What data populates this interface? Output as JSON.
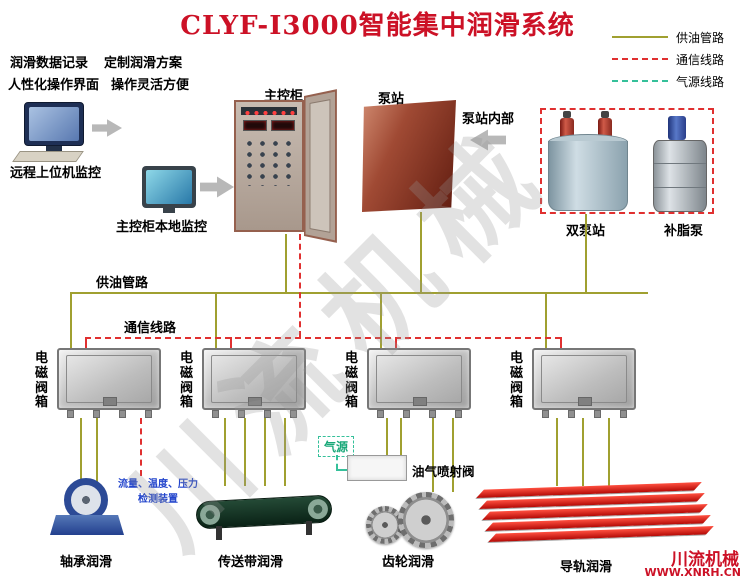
{
  "title": "CLYF-I3000智能集中润滑系统",
  "legend": {
    "oil": "供油管路",
    "comm": "通信线路",
    "air": "气源线路"
  },
  "colors": {
    "oil_line": "#a0a030",
    "comm_line": "#e03030",
    "air_line": "#35c09a",
    "title_red": "#cc1126"
  },
  "features": {
    "f1": "润滑数据记录",
    "f2": "定制润滑方案",
    "f3": "人性化操作界面",
    "f4": "操作灵活方便"
  },
  "nodes": {
    "remote_monitor": "远程上位机监控",
    "local_monitor": "主控柜本地监控",
    "main_cabinet": "主控柜",
    "pump_station": "泵站",
    "pump_station_interior": "泵站内部",
    "dual_pump_station": "双泵站",
    "grease_refill_pump": "补脂泵",
    "valve_box": "电磁阀箱",
    "air_source": "气源",
    "oil_air_injection_valve": "油气喷射阀",
    "detect_line1": "流量、温度、压力",
    "detect_line2": "检测装置",
    "bearing_lube": "轴承润滑",
    "belt_lube": "传送带润滑",
    "gear_lube": "齿轮润滑",
    "rail_lube": "导轨润滑"
  },
  "pipes": {
    "oil_label": "供油管路",
    "comm_label": "通信线路"
  },
  "footer": {
    "company": "川流机械",
    "website": "WWW.XNRH.CN"
  },
  "watermark": "川流机械"
}
